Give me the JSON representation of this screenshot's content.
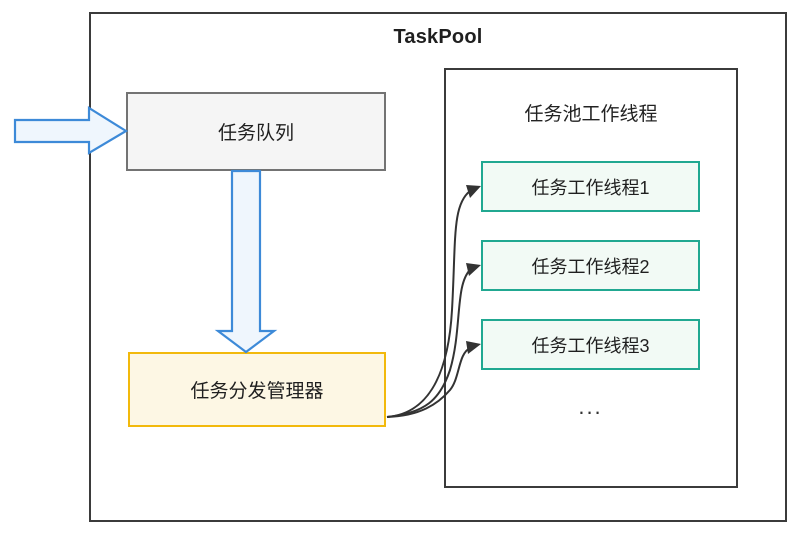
{
  "diagram": {
    "title": "TaskPool",
    "frame_label": "taskpool-frame",
    "queue": {
      "label": "任务队列"
    },
    "dispatcher": {
      "label": "任务分发管理器"
    },
    "pool": {
      "title": "任务池工作线程",
      "workers": [
        {
          "label": "任务工作线程1"
        },
        {
          "label": "任务工作线程2"
        },
        {
          "label": "任务工作线程3"
        }
      ],
      "more_indicator": "..."
    },
    "arrows": {
      "incoming": "block-arrow-right",
      "queue_to_dispatcher": "block-arrow-down",
      "dispatcher_to_workers": [
        "curved-arrow-1",
        "curved-arrow-2",
        "curved-arrow-3"
      ]
    },
    "colors": {
      "frame_stroke": "#3b3b3b",
      "queue_fill": "#f5f5f5",
      "queue_stroke": "#737373",
      "dispatcher_fill": "#fdf7e4",
      "dispatcher_stroke": "#f2b90c",
      "worker_fill": "#f2faf5",
      "worker_stroke": "#21a891",
      "block_arrow_fill": "#eff6fd",
      "block_arrow_stroke": "#3d8ad8",
      "curve_stroke": "#333333",
      "text": "#1f1f1f"
    }
  }
}
